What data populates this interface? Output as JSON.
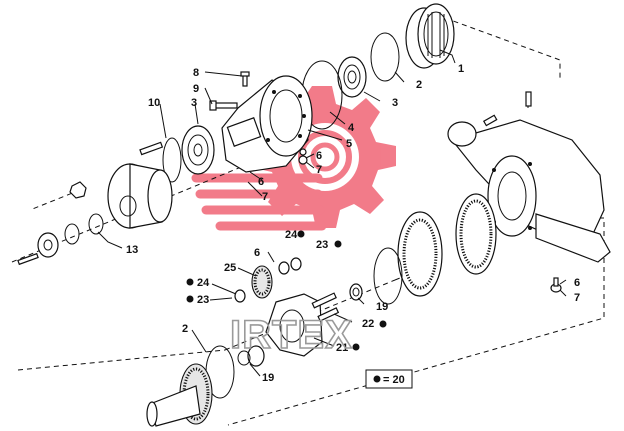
{
  "callouts": [
    {
      "id": "c1",
      "label": "1"
    },
    {
      "id": "c2",
      "label": "2"
    },
    {
      "id": "c3a",
      "label": "3"
    },
    {
      "id": "c3b",
      "label": "3"
    },
    {
      "id": "c4",
      "label": "4"
    },
    {
      "id": "c5",
      "label": "5"
    },
    {
      "id": "c6a",
      "label": "6"
    },
    {
      "id": "c6b",
      "label": "6"
    },
    {
      "id": "c6c",
      "label": "6"
    },
    {
      "id": "c6d",
      "label": "6"
    },
    {
      "id": "c7a",
      "label": "7"
    },
    {
      "id": "c7b",
      "label": "7"
    },
    {
      "id": "c7c",
      "label": "7"
    },
    {
      "id": "c8",
      "label": "8"
    },
    {
      "id": "c9",
      "label": "9"
    },
    {
      "id": "c10",
      "label": "10"
    },
    {
      "id": "c13",
      "label": "13"
    },
    {
      "id": "c19a",
      "label": "19"
    },
    {
      "id": "c19b",
      "label": "19"
    },
    {
      "id": "c21",
      "label": "21"
    },
    {
      "id": "c22",
      "label": "22"
    },
    {
      "id": "c23a",
      "label": "23"
    },
    {
      "id": "c23b",
      "label": "23"
    },
    {
      "id": "c24a",
      "label": "24"
    },
    {
      "id": "c24b",
      "label": "24"
    },
    {
      "id": "c25",
      "label": "25"
    },
    {
      "id": "c2b",
      "label": "2"
    }
  ],
  "legend": {
    "text": "= 20"
  },
  "watermark": {
    "text": "IRTEX",
    "color": "#e8102a"
  }
}
